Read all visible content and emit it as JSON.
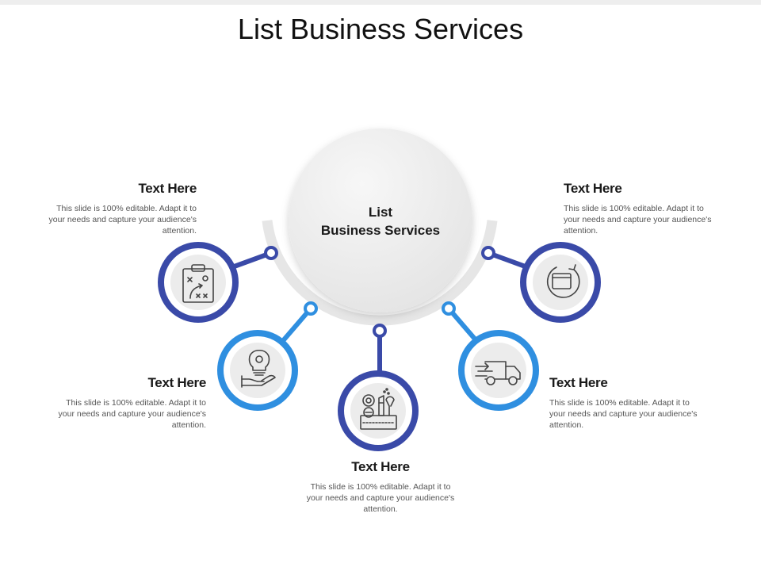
{
  "title": "List Business Services",
  "center": {
    "line1": "List",
    "line2": "Business Services"
  },
  "colors": {
    "dark_blue": "#3a4aa8",
    "light_blue": "#2f8fe0",
    "grey_circle": "#ececec",
    "arc": "#e6e6e6"
  },
  "items": [
    {
      "heading": "Text Here",
      "body": "This slide is 100% editable. Adapt it to your needs and capture your audience's attention.",
      "icon": "strategy-board-icon",
      "color": "dark_blue"
    },
    {
      "heading": "Text Here",
      "body": "This slide is 100% editable. Adapt it to your needs and capture your audience's attention.",
      "icon": "idea-in-hand-icon",
      "color": "light_blue"
    },
    {
      "heading": "Text Here",
      "body": "This slide is 100% editable. Adapt it to your needs and capture your audience's attention.",
      "icon": "cosmetics-kit-icon",
      "color": "dark_blue"
    },
    {
      "heading": "Text Here",
      "body": "This slide is 100% editable. Adapt it to your needs and capture your audience's attention.",
      "icon": "delivery-truck-icon",
      "color": "light_blue"
    },
    {
      "heading": "Text Here",
      "body": "This slide is 100% editable. Adapt it to your needs and capture your audience's attention.",
      "icon": "window-refresh-icon",
      "color": "dark_blue"
    }
  ]
}
